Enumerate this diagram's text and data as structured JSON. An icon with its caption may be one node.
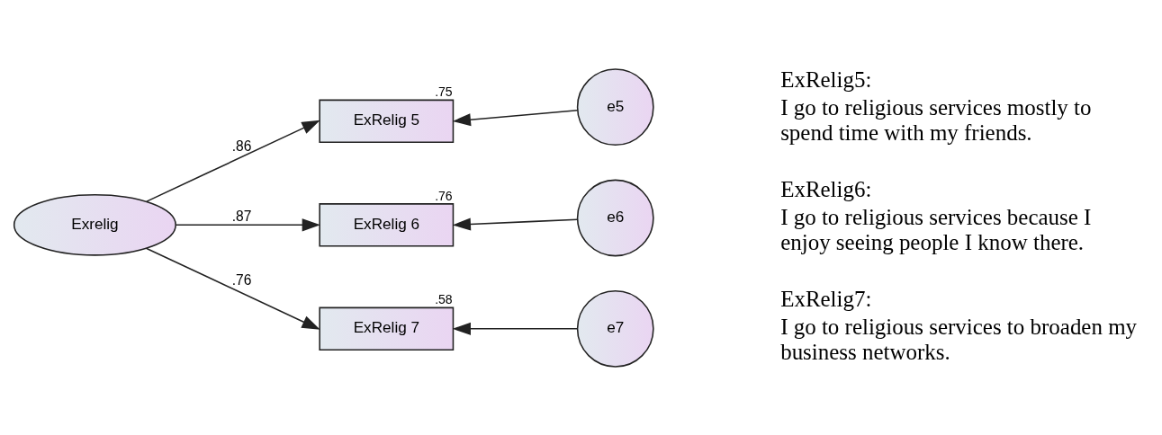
{
  "diagram": {
    "nodes": [
      {
        "text": [
          "Exrelig"
        ]
      },
      {
        "text": [
          "ExRelig 5"
        ],
        "beside": [
          ".75"
        ]
      },
      {
        "text": [
          "ExRelig 6"
        ],
        "beside": [
          ".76"
        ]
      },
      {
        "text": [
          "ExRelig 7"
        ],
        "beside": [
          ".58"
        ]
      },
      {
        "text": [
          "e5"
        ]
      },
      {
        "text": [
          "e6"
        ]
      },
      {
        "text": [
          "e7"
        ]
      }
    ],
    "edges": [
      {
        "from": 0,
        "to": 1,
        "arrow": "to",
        "label": ".86"
      },
      {
        "from": 0,
        "to": 2,
        "arrow": "to",
        "label": ".87"
      },
      {
        "from": 0,
        "to": 3,
        "arrow": "to",
        "label": ".76"
      },
      {
        "from": 4,
        "to": 1,
        "arrow": "to"
      },
      {
        "from": 5,
        "to": 2,
        "arrow": "to"
      },
      {
        "from": 6,
        "to": 3,
        "arrow": "to"
      }
    ],
    "labels": [
      "ExRelig5:",
      "I go to religious services mostly to spend time with my friends.",
      "ExRelig6:",
      "I go to religious services because I enjoy seeing people I know there.",
      "ExRelig7:",
      "I go to religious services to broaden my business networks."
    ]
  }
}
